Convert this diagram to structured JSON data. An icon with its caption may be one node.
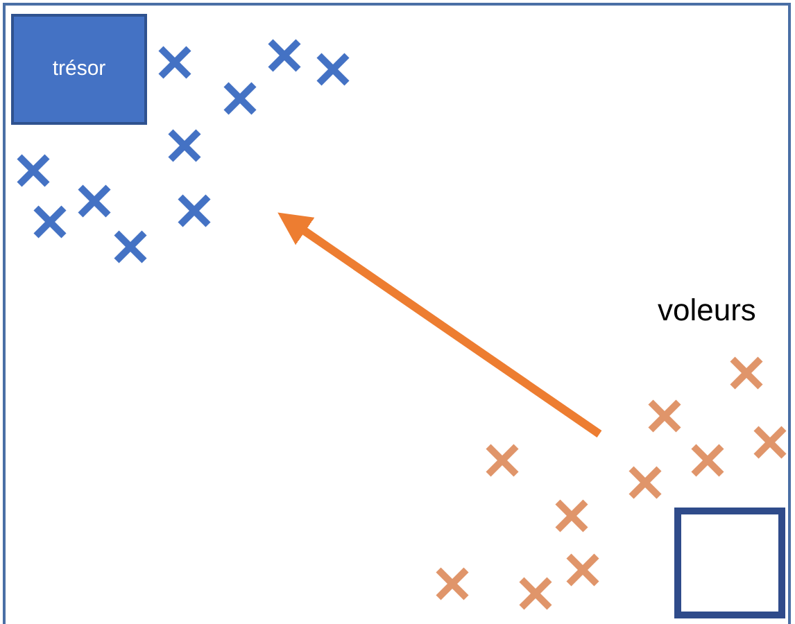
{
  "diagram": {
    "nodes": [
      {
        "text": [
          "trésor"
        ]
      },
      {
        "text": [],
        "shape": "box"
      }
    ],
    "labels": [
      "voleurs"
    ]
  }
}
